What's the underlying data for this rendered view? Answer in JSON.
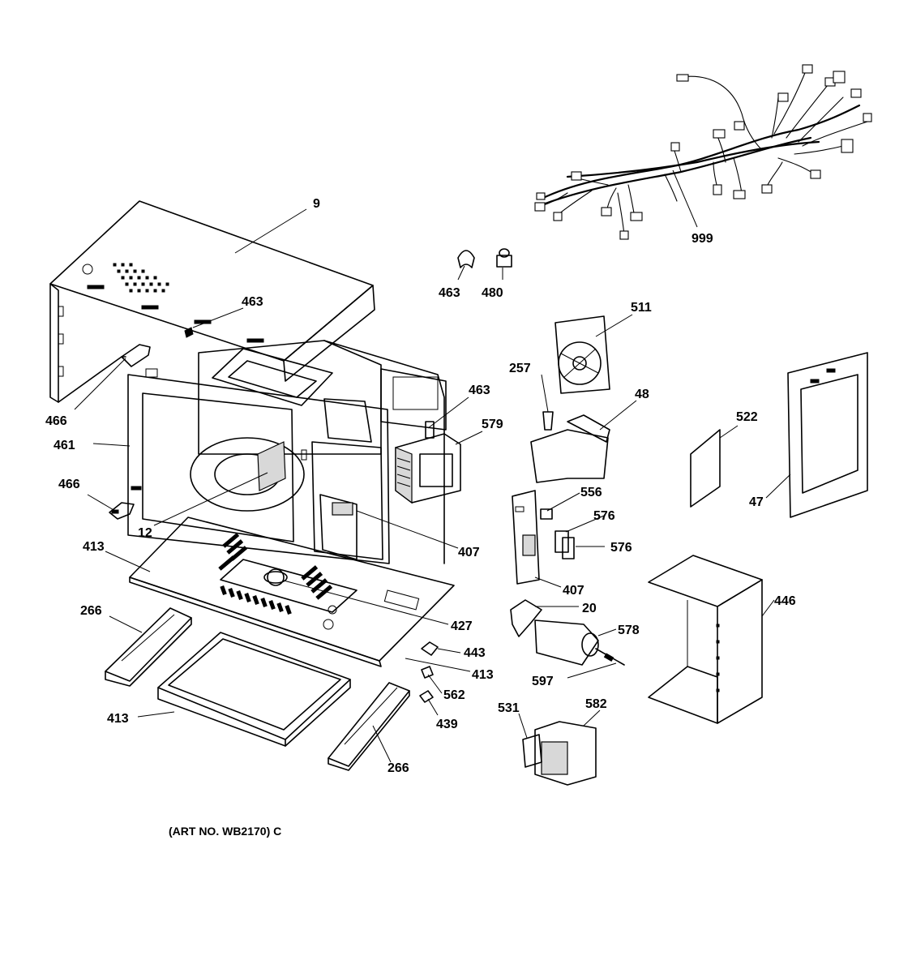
{
  "labels": {
    "p9": "9",
    "p463a": "463",
    "p466a": "466",
    "p461": "461",
    "p466b": "466",
    "p12": "12",
    "p413a": "413",
    "p266a": "266",
    "p413b": "413",
    "p266b": "266",
    "p463b": "463",
    "p480": "480",
    "p463c": "463",
    "p579": "579",
    "p407a": "407",
    "p427": "427",
    "p443": "443",
    "p413c": "413",
    "p562": "562",
    "p439": "439",
    "p999": "999",
    "p511": "511",
    "p257": "257",
    "p48": "48",
    "p556": "556",
    "p576a": "576",
    "p576b": "576",
    "p407b": "407",
    "p20": "20",
    "p578": "578",
    "p597": "597",
    "p531": "531",
    "p582": "582",
    "p522": "522",
    "p47": "47",
    "p446": "446"
  },
  "art_number": "(ART NO. WB2170) C"
}
